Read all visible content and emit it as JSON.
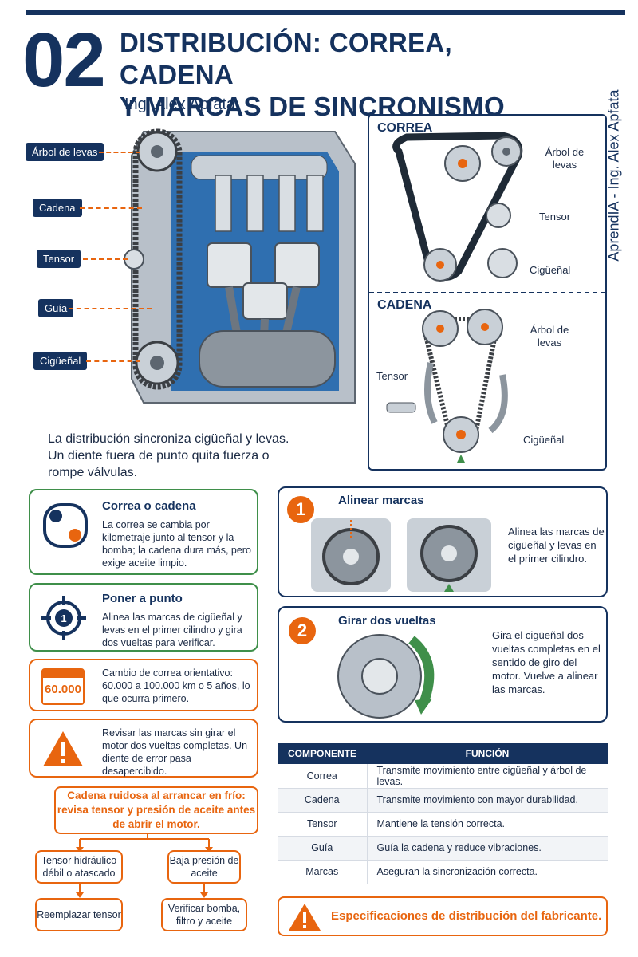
{
  "header": {
    "number": "02",
    "title_line1": "DISTRIBUCIÓN: CORREA, CADENA",
    "title_line2": "Y MARCAS DE SINCRONISMO",
    "author": "Ing. Alex Apfata",
    "side_credit": "AprendIA - Ing. Alex Apfata"
  },
  "engine_labels": [
    "Árbol de levas",
    "Cadena",
    "Tensor",
    "Guía",
    "Cigüeñal"
  ],
  "intro": "La distribución sincroniza cigüeñal y levas. Un diente fuera de punto quita fuerza o rompe válvulas.",
  "belt_panel": {
    "title": "CORREA",
    "label_cam": "Árbol de levas",
    "label_tensor": "Tensor",
    "label_crank": "Cigüeñal"
  },
  "chain_panel": {
    "title": "CADENA",
    "label_cam": "Árbol de levas",
    "label_tensor": "Tensor",
    "label_crank": "Cigüeñal"
  },
  "cards": {
    "belt_or_chain": {
      "title": "Correa o cadena",
      "body": "La correa se cambia por kilometraje junto al tensor y la bomba; la cadena dura más, pero exige aceite limpio."
    },
    "timing": {
      "title": "Poner a punto",
      "body": "Alinea las marcas de cigüeñal y levas en el primer cilindro y gira dos vueltas para verificar."
    },
    "interval": {
      "badge": "60.000",
      "body": "Cambio de correa orientativo: 60.000 a 100.000 km o 5 años, lo que ocurra primero."
    },
    "warning": {
      "body": "Revisar las marcas sin girar el motor dos vueltas completas. Un diente de error pasa desapercibido."
    }
  },
  "steps": [
    {
      "number": "1",
      "title": "Alinear marcas",
      "body": "Alinea las marcas de cigüeñal y levas en el primer cilindro."
    },
    {
      "number": "2",
      "title": "Girar dos vueltas",
      "body": "Gira el cigüeñal dos vueltas completas en el sentido de giro del motor. Vuelve a alinear las marcas."
    }
  ],
  "flow": {
    "top": "Cadena ruidosa al arrancar en frío: revisa tensor y presión de aceite antes de abrir el motor.",
    "left_cause": "Tensor hidráulico débil o atascado",
    "right_cause": "Baja presión de aceite",
    "left_action": "Reemplazar tensor",
    "right_action": "Verificar bomba, filtro y aceite"
  },
  "table": {
    "headers": [
      "COMPONENTE",
      "FUNCIÓN"
    ],
    "rows": [
      [
        "Correa",
        "Transmite movimiento entre cigüeñal y árbol de levas."
      ],
      [
        "Cadena",
        "Transmite movimiento con mayor durabilidad."
      ],
      [
        "Tensor",
        "Mantiene la tensión correcta."
      ],
      [
        "Guía",
        "Guía la cadena y reduce vibraciones."
      ],
      [
        "Marcas",
        "Aseguran la sincronización correcta."
      ]
    ]
  },
  "footer_note": "Especificaciones de distribución del fabricante.",
  "colors": {
    "navy": "#15325e",
    "orange": "#e8650f",
    "green": "#3f8f4a",
    "engine_blue": "#2f6fb0"
  }
}
